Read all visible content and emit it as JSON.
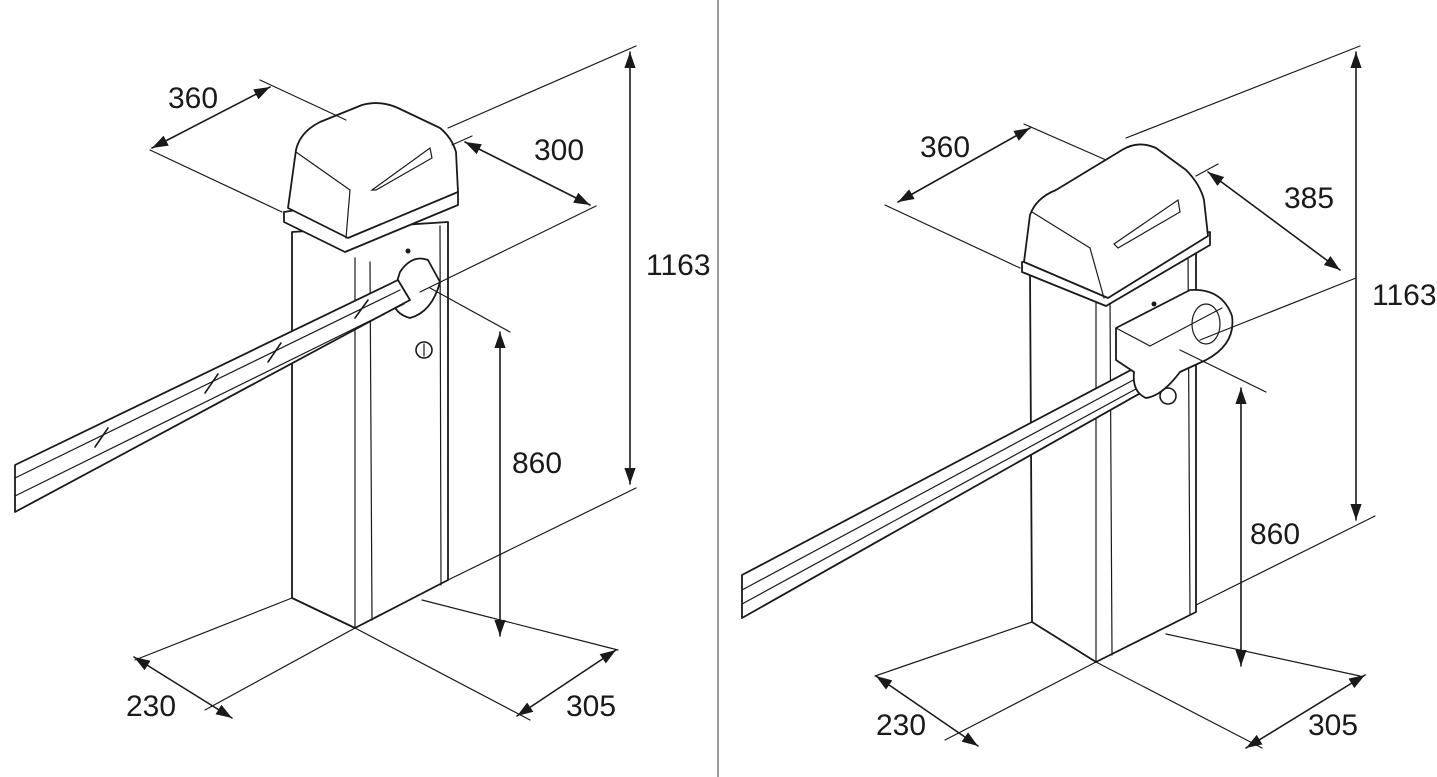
{
  "left_view": {
    "width_top": "360",
    "depth_top": "300",
    "height_total": "1163",
    "height_arm": "860",
    "base_width": "230",
    "base_depth": "305"
  },
  "right_view": {
    "width_top": "360",
    "depth_top": "385",
    "height_total": "1163",
    "height_arm": "860",
    "base_width": "230",
    "base_depth": "305"
  },
  "colors": {
    "line": "#1a1a1a",
    "divider": "#9a9a9a"
  }
}
